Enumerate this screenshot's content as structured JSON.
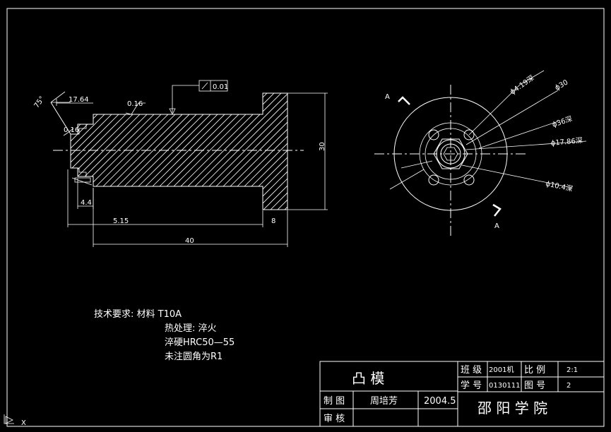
{
  "dimensions": {
    "angle": "75°",
    "d1764": "17.64",
    "rough1": "0.16",
    "rough2": "0.16",
    "tol": "0.01",
    "d44": "4.4",
    "d515": "5.15",
    "d40": "40",
    "d8": "8",
    "d30": "30"
  },
  "end_view": {
    "section_a1": "A",
    "section_a2": "A",
    "callouts": [
      "ϕ4.19深",
      "ϕ30",
      "ϕ36深",
      "ϕ17.86深",
      "ϕ10.4深"
    ]
  },
  "notes": {
    "line1": "技术要求: 材料  T10A",
    "line2": "热处理: 淬火",
    "line3": "淬硬HRC50—55",
    "line4": "未注圆角为R1"
  },
  "title_block": {
    "part_name": "凸    模",
    "class_label": "班 级",
    "class_value": "2001机",
    "scale_label": "比 例",
    "scale_value": "2:1",
    "student_label": "学 号",
    "student_value": "0130111",
    "drawing_no_label": "图 号",
    "drawing_no_value": "2",
    "drawn_label": "制 图",
    "drawn_name": "周培芳",
    "drawn_date": "2004.5",
    "check_label": "审 核",
    "school": "邵 阳 学 院"
  },
  "ucs_label": "X"
}
